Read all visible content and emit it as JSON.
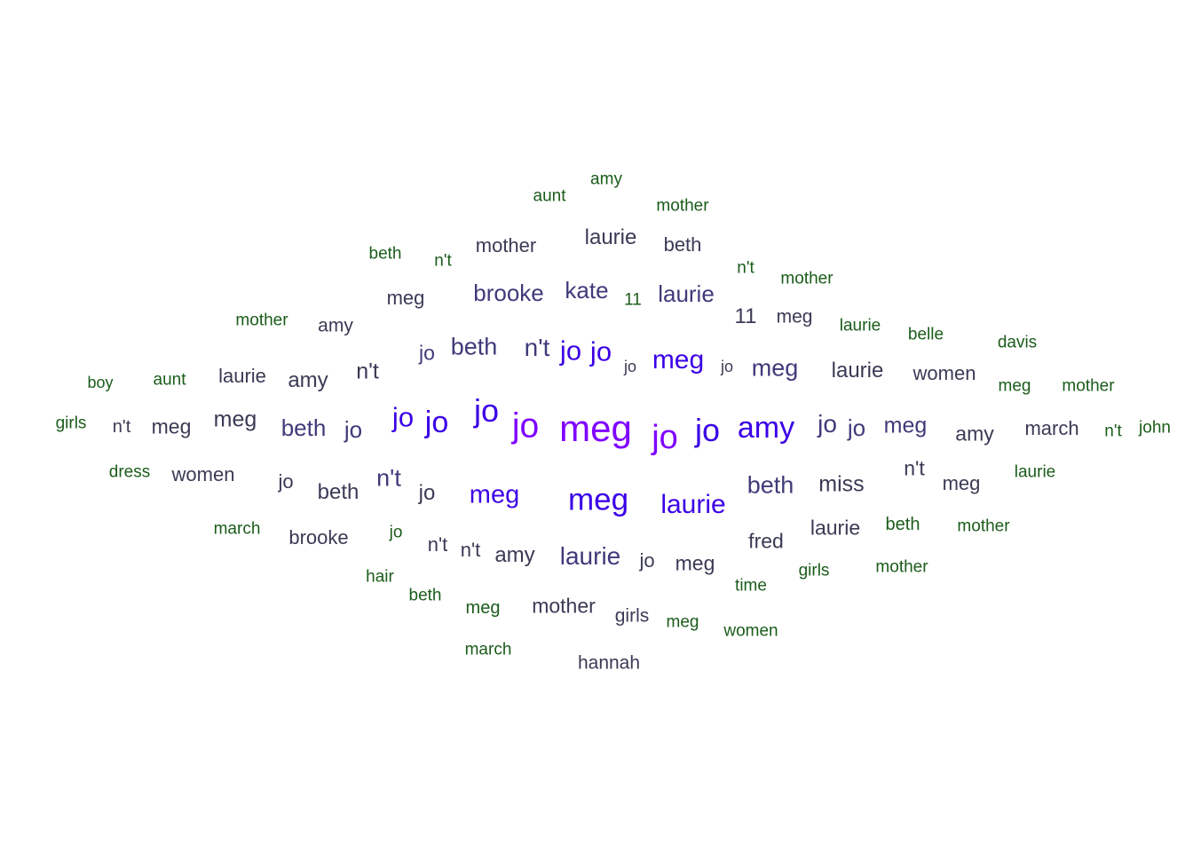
{
  "colors": {
    "tier1": "#7f00ff",
    "tier2": "#3b00e6",
    "tier3": "#3f3a7a",
    "tier4": "#3a3a55",
    "tier5": "#1a5c1a"
  },
  "words": [
    {
      "text": "amy",
      "tier": 5
    },
    {
      "text": "aunt",
      "tier": 5
    },
    {
      "text": "mother",
      "tier": 5
    },
    {
      "text": "beth",
      "tier": 5
    },
    {
      "text": "n't",
      "tier": 5
    },
    {
      "text": "mother",
      "tier": 4
    },
    {
      "text": "laurie",
      "tier": 4
    },
    {
      "text": "beth",
      "tier": 4
    },
    {
      "text": "n't",
      "tier": 5
    },
    {
      "text": "mother",
      "tier": 5
    },
    {
      "text": "meg",
      "tier": 4
    },
    {
      "text": "brooke",
      "tier": 3
    },
    {
      "text": "kate",
      "tier": 3
    },
    {
      "text": "11",
      "tier": 5
    },
    {
      "text": "laurie",
      "tier": 3
    },
    {
      "text": "mother",
      "tier": 5
    },
    {
      "text": "amy",
      "tier": 4
    },
    {
      "text": "11",
      "tier": 4
    },
    {
      "text": "meg",
      "tier": 4
    },
    {
      "text": "laurie",
      "tier": 5
    },
    {
      "text": "belle",
      "tier": 5
    },
    {
      "text": "davis",
      "tier": 5
    },
    {
      "text": "jo",
      "tier": 3
    },
    {
      "text": "beth",
      "tier": 3
    },
    {
      "text": "n't",
      "tier": 3
    },
    {
      "text": "jo",
      "tier": 2
    },
    {
      "text": "jo",
      "tier": 2
    },
    {
      "text": "jo",
      "tier": 4
    },
    {
      "text": "meg",
      "tier": 2
    },
    {
      "text": "jo",
      "tier": 4
    },
    {
      "text": "meg",
      "tier": 3
    },
    {
      "text": "laurie",
      "tier": 4
    },
    {
      "text": "women",
      "tier": 4
    },
    {
      "text": "boy",
      "tier": 5
    },
    {
      "text": "aunt",
      "tier": 5
    },
    {
      "text": "laurie",
      "tier": 4
    },
    {
      "text": "amy",
      "tier": 4
    },
    {
      "text": "n't",
      "tier": 4
    },
    {
      "text": "meg",
      "tier": 5
    },
    {
      "text": "mother",
      "tier": 5
    },
    {
      "text": "girls",
      "tier": 5
    },
    {
      "text": "n't",
      "tier": 4
    },
    {
      "text": "meg",
      "tier": 4
    },
    {
      "text": "meg",
      "tier": 4
    },
    {
      "text": "beth",
      "tier": 3
    },
    {
      "text": "jo",
      "tier": 3
    },
    {
      "text": "jo",
      "tier": 2
    },
    {
      "text": "jo",
      "tier": 2
    },
    {
      "text": "jo",
      "tier": 2
    },
    {
      "text": "jo",
      "tier": 1
    },
    {
      "text": "meg",
      "tier": 1
    },
    {
      "text": "jo",
      "tier": 1
    },
    {
      "text": "jo",
      "tier": 2
    },
    {
      "text": "amy",
      "tier": 2
    },
    {
      "text": "jo",
      "tier": 3
    },
    {
      "text": "jo",
      "tier": 3
    },
    {
      "text": "meg",
      "tier": 3
    },
    {
      "text": "amy",
      "tier": 4
    },
    {
      "text": "march",
      "tier": 4
    },
    {
      "text": "n't",
      "tier": 5
    },
    {
      "text": "john",
      "tier": 5
    },
    {
      "text": "dress",
      "tier": 5
    },
    {
      "text": "women",
      "tier": 4
    },
    {
      "text": "jo",
      "tier": 4
    },
    {
      "text": "beth",
      "tier": 4
    },
    {
      "text": "n't",
      "tier": 3
    },
    {
      "text": "jo",
      "tier": 4
    },
    {
      "text": "meg",
      "tier": 2
    },
    {
      "text": "meg",
      "tier": 2
    },
    {
      "text": "laurie",
      "tier": 2
    },
    {
      "text": "beth",
      "tier": 3
    },
    {
      "text": "miss",
      "tier": 4
    },
    {
      "text": "n't",
      "tier": 4
    },
    {
      "text": "meg",
      "tier": 4
    },
    {
      "text": "laurie",
      "tier": 5
    },
    {
      "text": "march",
      "tier": 5
    },
    {
      "text": "brooke",
      "tier": 4
    },
    {
      "text": "jo",
      "tier": 5
    },
    {
      "text": "n't",
      "tier": 4
    },
    {
      "text": "n't",
      "tier": 4
    },
    {
      "text": "amy",
      "tier": 4
    },
    {
      "text": "laurie",
      "tier": 3
    },
    {
      "text": "jo",
      "tier": 4
    },
    {
      "text": "meg",
      "tier": 4
    },
    {
      "text": "fred",
      "tier": 4
    },
    {
      "text": "laurie",
      "tier": 4
    },
    {
      "text": "beth",
      "tier": 5
    },
    {
      "text": "mother",
      "tier": 5
    },
    {
      "text": "hair",
      "tier": 5
    },
    {
      "text": "beth",
      "tier": 5
    },
    {
      "text": "meg",
      "tier": 5
    },
    {
      "text": "mother",
      "tier": 4
    },
    {
      "text": "girls",
      "tier": 4
    },
    {
      "text": "meg",
      "tier": 5
    },
    {
      "text": "time",
      "tier": 5
    },
    {
      "text": "girls",
      "tier": 5
    },
    {
      "text": "mother",
      "tier": 5
    },
    {
      "text": "women",
      "tier": 5
    },
    {
      "text": "march",
      "tier": 5
    },
    {
      "text": "hannah",
      "tier": 4
    }
  ]
}
